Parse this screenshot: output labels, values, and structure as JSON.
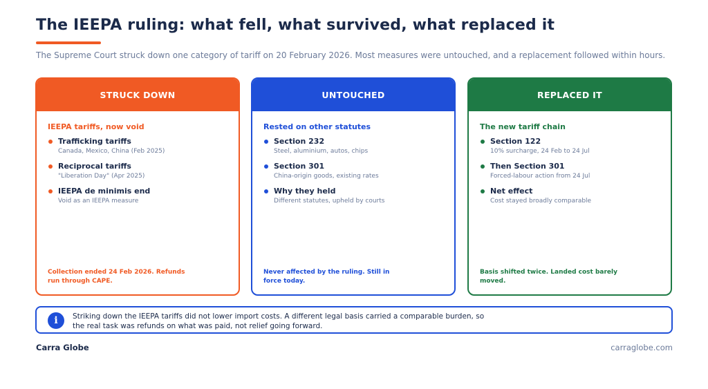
{
  "header": {
    "title": "The IEEPA ruling: what fell, what survived, what replaced it",
    "subtitle": "The Supreme Court struck down one category of tariff on 20 February 2026. Most measures were untouched, and a replacement followed within hours."
  },
  "colors": {
    "accent_orange": "#f05a24",
    "accent_blue": "#1f4fd8",
    "accent_green": "#1e7a45",
    "text_dark": "#1b2a4a",
    "text_muted": "#6b7a99"
  },
  "cards": [
    {
      "header": "STRUCK DOWN",
      "label": "IEEPA tariffs, now void",
      "items": [
        {
          "title": "Trafficking tariffs",
          "desc": "Canada, Mexico, China (Feb 2025)"
        },
        {
          "title": "Reciprocal tariffs",
          "desc": "\"Liberation Day\" (Apr 2025)"
        },
        {
          "title": "IEEPA de minimis end",
          "desc": "Void as an IEEPA measure"
        }
      ],
      "footer": "Collection ended 24 Feb 2026. Refunds run through CAPE."
    },
    {
      "header": "UNTOUCHED",
      "label": "Rested on other statutes",
      "items": [
        {
          "title": "Section 232",
          "desc": "Steel, aluminium, autos, chips"
        },
        {
          "title": "Section 301",
          "desc": "China-origin goods, existing rates"
        },
        {
          "title": "Why they held",
          "desc": "Different statutes, upheld by courts"
        }
      ],
      "footer": "Never affected by the ruling. Still in force today."
    },
    {
      "header": "REPLACED IT",
      "label": "The new tariff chain",
      "items": [
        {
          "title": "Section 122",
          "desc": "10% surcharge, 24 Feb to 24 Jul"
        },
        {
          "title": "Then Section 301",
          "desc": "Forced-labour action from 24 Jul"
        },
        {
          "title": "Net effect",
          "desc": "Cost stayed broadly comparable"
        }
      ],
      "footer": "Basis shifted twice. Landed cost barely moved."
    }
  ],
  "info": {
    "icon": "info-icon",
    "text": "Striking down the IEEPA tariffs did not lower import costs. A different legal basis carried a comparable burden, so the real task was refunds on what was paid, not relief going forward."
  },
  "footer": {
    "brand": "Carra Globe",
    "site": "carraglobe.com"
  }
}
